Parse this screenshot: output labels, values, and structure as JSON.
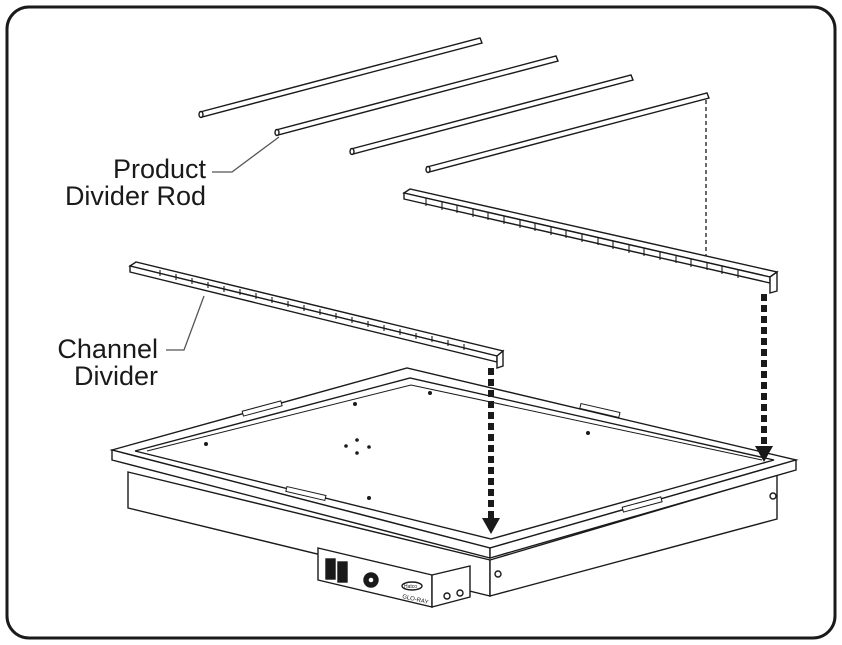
{
  "labels": {
    "product_divider_rod": [
      "Product",
      "Divider Rod"
    ],
    "channel_divider": [
      "Channel",
      "Divider"
    ]
  },
  "control_box_text": {
    "brand": "Hatco",
    "product": "GLO-RAY"
  },
  "colors": {
    "line": "#1a1a1a",
    "leader": "#555555",
    "background": "#ffffff"
  }
}
